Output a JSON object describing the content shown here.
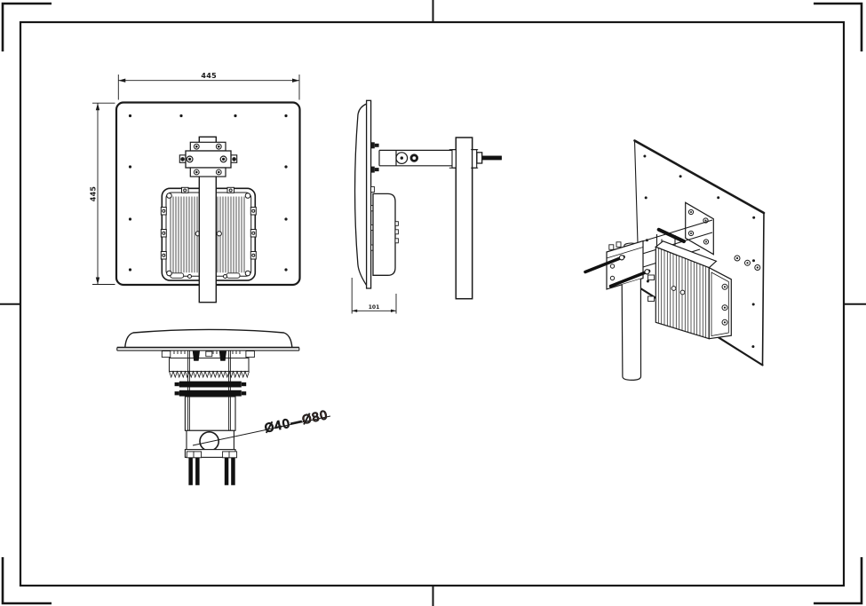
{
  "labels": {
    "panel_width": "445",
    "panel_height": "445",
    "unit_depth": "101",
    "pole_diameter_prefix": "Ø40—",
    "pole_diameter_suffix": "Ø80"
  },
  "colors": {
    "line": "#1a1a1a",
    "pole_diameter_highlight": "#7a3c2b"
  }
}
